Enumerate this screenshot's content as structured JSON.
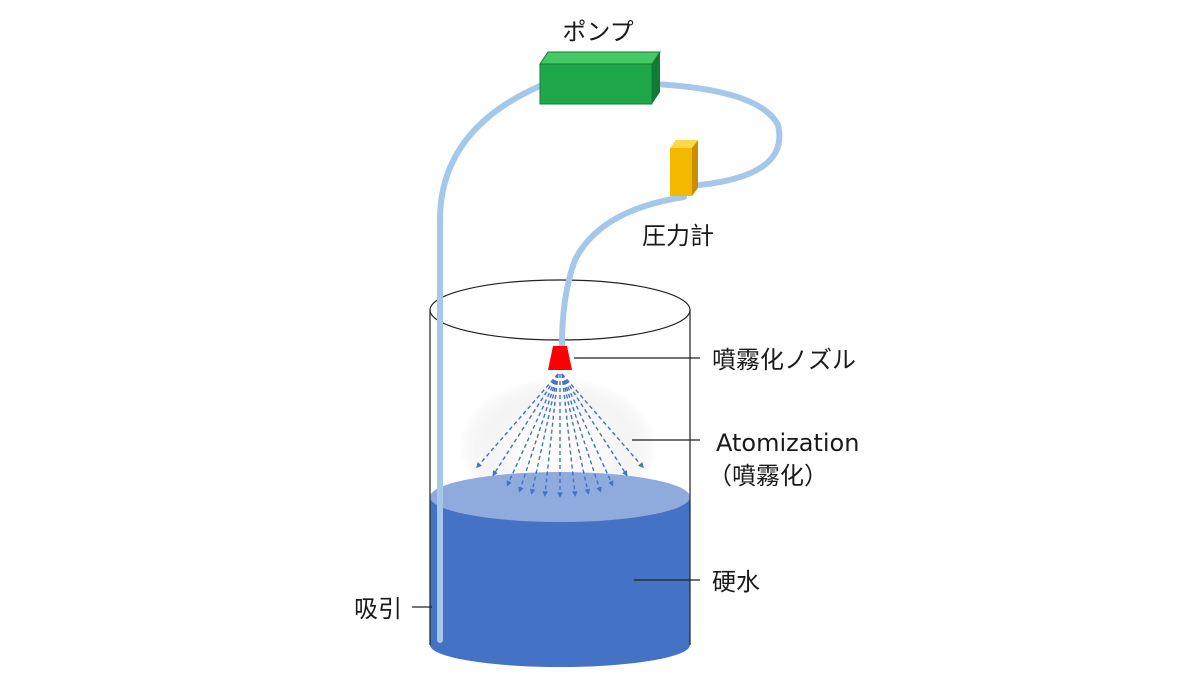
{
  "labels": {
    "pump": "ポンプ",
    "pressure_gauge": "圧力計",
    "nozzle": "噴霧化ノズル",
    "atomization": "Atomization",
    "atomization_jp": "（噴霧化）",
    "hard_water": "硬水",
    "suction": "吸引"
  },
  "colors": {
    "pump_front": "#1fa84a",
    "pump_top": "#45c866",
    "pump_side": "#137a33",
    "gauge_front": "#f5b800",
    "gauge_top": "#ffd84a",
    "gauge_side": "#c98f00",
    "tube": "#a5c8ea",
    "nozzle": "#ff0000",
    "water_body": "#4472c4",
    "water_surface": "#8faadc",
    "spray": "#4472c4",
    "outline": "#222222"
  }
}
